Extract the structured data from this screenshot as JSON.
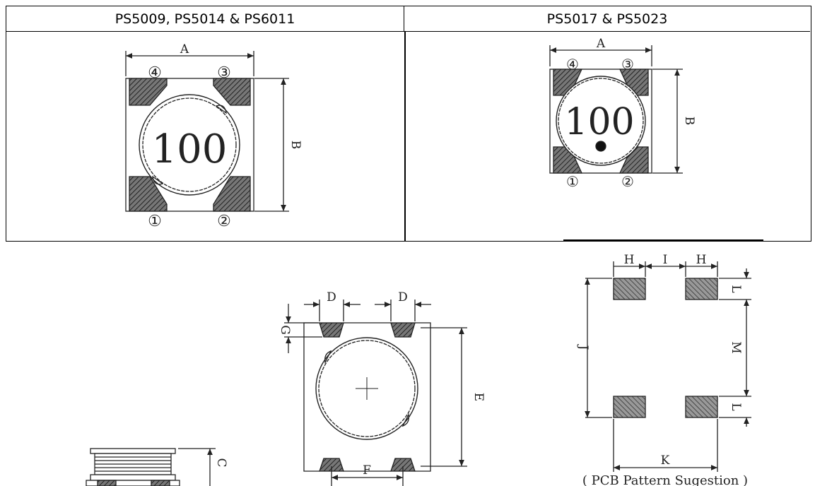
{
  "table": {
    "header_left": "PS5009, PS5014 & PS6011",
    "header_right": "PS5017 & PS5023"
  },
  "marking": "100",
  "pin_numbers": [
    "①",
    "②",
    "③",
    "④"
  ],
  "dimensions": {
    "A": "A",
    "B": "B",
    "C": "C",
    "D": "D",
    "E": "E",
    "F": "F",
    "G": "G",
    "H": "H",
    "I": "I",
    "J": "J",
    "K": "K",
    "L": "L",
    "M": "M"
  },
  "caption": "( PCB Pattern Sugestion )",
  "colors": {
    "line": "#222222",
    "pad_fill": "#555555"
  }
}
